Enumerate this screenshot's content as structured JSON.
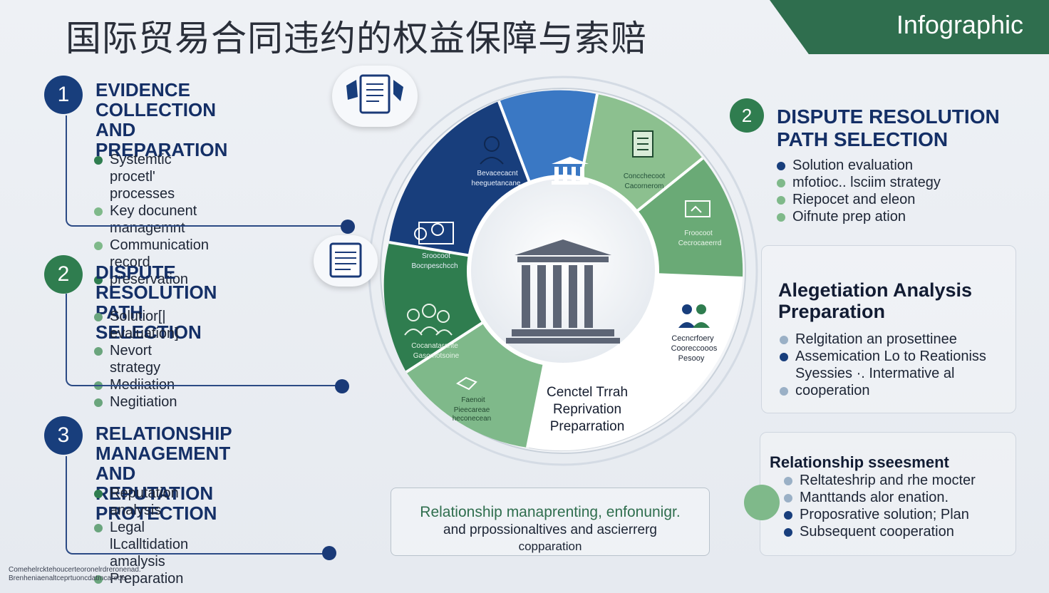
{
  "header": {
    "title": "国际贸易合同违约的权益保障与索赔",
    "banner": "Infographic"
  },
  "colors": {
    "navy": "#183e7c",
    "blue": "#3a78c4",
    "green": "#2f7d4f",
    "light_green": "#7fb98a"
  },
  "left_sections": [
    {
      "number": "1",
      "title": "EVIDENCE\nCOLLECTION AND\nPREPARATION",
      "bullets": [
        "Systemtic procetl' processes",
        "Key docunent managemnt",
        "Communication record",
        "preservation"
      ]
    },
    {
      "number": "2",
      "title": "DISPUTE RESOLUTION\nPATH SELECTION",
      "bullets": [
        "Solutior[| evaluation]",
        "Nevort strategy",
        "Mediiation",
        "Negitiation"
      ]
    },
    {
      "number": "3",
      "title": "RELATIONSHIP MANAGEMENT\nAND REPUTATION\nPROTECTION",
      "bullets": [
        "Reputation analysis",
        "Legal  lLcalltidation amalysis",
        "Preparation"
      ]
    }
  ],
  "right_sections": {
    "top": {
      "number": "2",
      "title": "DISPUTE RESOLUTION\nPATH SELECTION",
      "bullets": [
        "Solution evaluation",
        "mfotioc.. lsciim strategy",
        "Riepocet and eleon",
        "Oifnute prep  ation"
      ]
    },
    "middle": {
      "title": "Alegetiation Analysis\nPreparation",
      "bullets": [
        "Relgitation an prosettinee",
        "Assemication Lo to Reationiss",
        "Syessies ·. Intermative al",
        "cooperation"
      ]
    },
    "bottom": {
      "title": "Relationship sseesment",
      "bullets": [
        "Reltateshrip and rhe mocter",
        "Manttands alor enation.",
        "Proposrative solution;  Plan",
        "Subsequent cooperation"
      ]
    }
  },
  "wheel": {
    "segments": [
      {
        "label1": "Bevacecacnt",
        "label2": "heeguetancane"
      },
      {
        "label1": "Concchecoot",
        "label2": "Cacornerom"
      },
      {
        "label1": "Froocoot",
        "label2": "Cecrocaeerrd"
      },
      {
        "label1": "Cecncrfoery",
        "label2": "Cooreccooos",
        "label3": "Pesooy"
      },
      {
        "label1": "Cenctel Trrah",
        "label2": "Reprivation",
        "label3": "Preparration"
      },
      {
        "label1": "Faenoit",
        "label2": "Pieecareae",
        "label3": "heconecean"
      },
      {
        "label1": "Cocanatarante",
        "label2": "Gasomotsoine"
      },
      {
        "label1": "Sroocoot",
        "label2": "Bocnpeschcch"
      }
    ]
  },
  "bottom_box": {
    "line1": "Relationship manaprenting, enfonunigr.",
    "line2": "and prpossionaltives and ascierrerg",
    "line3": "copparation"
  },
  "footnote": "Comehelrcktehoucerteoronelrdreronenad.\nBrenheniaenaltceprtuoncdatmcareoe."
}
